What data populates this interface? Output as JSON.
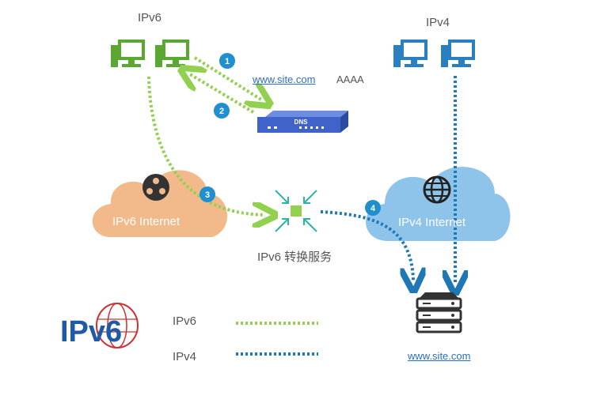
{
  "labels": {
    "ipv6_group": "IPv6",
    "ipv4_group": "IPv4",
    "dns_query_site": "www.site.com",
    "dns_query_type": "AAAA",
    "dns_device": "DNS",
    "ipv6_internet": "IPv6 Internet",
    "ipv4_internet": "IPv4 Internet",
    "translation_service": "IPv6 转换服务",
    "server_site": "www.site.com",
    "logo_text": "IPv6"
  },
  "steps": [
    "1",
    "2",
    "3",
    "4"
  ],
  "legend": [
    {
      "label": "IPv6",
      "color": "#92d050"
    },
    {
      "label": "IPv4",
      "color": "#1f77b4"
    }
  ],
  "colors": {
    "ipv6": "#92d050",
    "ipv4": "#1f77b4",
    "ipv6_cloud": "#f2b98a",
    "ipv4_cloud": "#8ec3ea",
    "badge": "#1f8fd0",
    "dns_device": "#3f63c8"
  },
  "icons": {
    "ipv6_hosts": "desktop-computer-icon",
    "ipv4_hosts": "desktop-computer-icon",
    "ipv6_cloud_icon": "network-nodes-icon",
    "ipv4_cloud_icon": "globe-icon",
    "translation": "convergence-arrows-icon",
    "server": "server-rack-icon",
    "dns": "dns-appliance-icon"
  }
}
